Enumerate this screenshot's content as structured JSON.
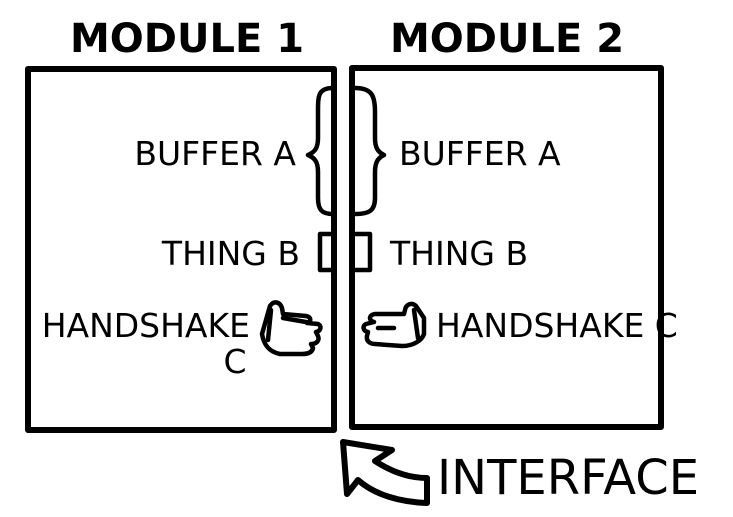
{
  "module1": {
    "title": "MODULE 1",
    "buffer_label": "BUFFER A",
    "thing_label": "THING B",
    "handshake_label": "HANDSHAKE",
    "handshake_suffix": "C"
  },
  "module2": {
    "title": "MODULE 2",
    "buffer_label": "BUFFER A",
    "thing_label": "THING B",
    "handshake_label": "HANDSHAKE C"
  },
  "interface_label": "INTERFACE",
  "icons": [
    "left-brace-icon",
    "right-brace-icon",
    "connector-plug-icon",
    "hand-icon",
    "curved-arrow-icon"
  ]
}
